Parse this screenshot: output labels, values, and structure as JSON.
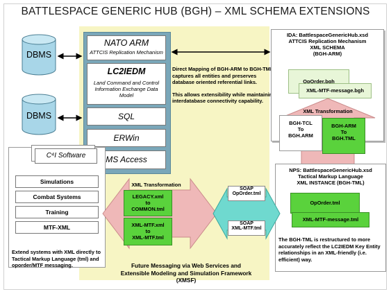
{
  "title": "BATTLESPACE GENERIC HUB (BGH) – XML SCHEMA EXTENSIONS",
  "dbms": {
    "top": "DBMS",
    "bottom": "DBMS"
  },
  "stack": {
    "nato_arm": "NATO ARM",
    "nato_arm_sub": "ATTCIS Replication Mechanism",
    "lc2iedm": "LC2IEDM",
    "lc2iedm_sub": "Land Command and Control Information Exchange Data Model",
    "sql": "SQL",
    "erwin": "ERWin",
    "ms_access": "MS Access"
  },
  "mapping_text": "Direct Mapping of BGH-ARM to BGH-TML captures all entities and preserves database oriented referential links.",
  "extensibility_text": "This allows extensibility while maintaining interdatabase connectivity capability.",
  "ida_box": {
    "line1": "IDA: BattlespaceGenericHub.xsd",
    "line2": "ATTCIS Replication Mechanism",
    "line3": "XML SCHEMA",
    "line4": "(BGH-ARM)",
    "card1": "OpOrder.bgh",
    "card2": "XML-MTF-message.bgh"
  },
  "right_transform": {
    "label": "XML Transformation",
    "card1": "BGH-TCL\nTo\nBGH.ARM",
    "card2": "BGH-ARM\nTo\nBGH.TML"
  },
  "nps_box": {
    "line1": "NPS: BattlespaceGenericHub.xsd",
    "line2": "Tactical Markup Language",
    "line3": "XML INSTANCE (BGH-TML)",
    "card1": "OpOrder.tml",
    "card2": "XML-MTF-message.tml",
    "desc": "The BGH-TML is restructured to more accurately reflect the LC2IEDM Key Entity relationships in an XML-friendly (i.e. efficient) way."
  },
  "c4i": {
    "software": "C⁴I Software",
    "items": [
      "Simulations",
      "Combat Systems",
      "Training",
      "MTF-XML"
    ],
    "desc": "Extend systems with XML directly to Tactical Markup Language (tml) and oporder/MTF messaging."
  },
  "left_transform": {
    "label": "XML Transformation",
    "card1": "LEGACY.xml\nto\nCOMMON.tml",
    "card2": "XML-MTF.xml\nto\nXML-MTF.tml"
  },
  "soap": [
    {
      "label": "SOAP",
      "file": "OpOrder.tml"
    },
    {
      "label": "SOAP",
      "file": "XML-MTF.tml"
    }
  ],
  "future_text": "Future Messaging via Web Services and Extensible Modeling and Simulation Framework (XMSF)",
  "colors": {
    "green": "#5ad23c",
    "pink": "#efb8b8",
    "teal": "#7aa7b9",
    "cyan": "#6fd9cf",
    "yellow": "#f7f5c4"
  }
}
